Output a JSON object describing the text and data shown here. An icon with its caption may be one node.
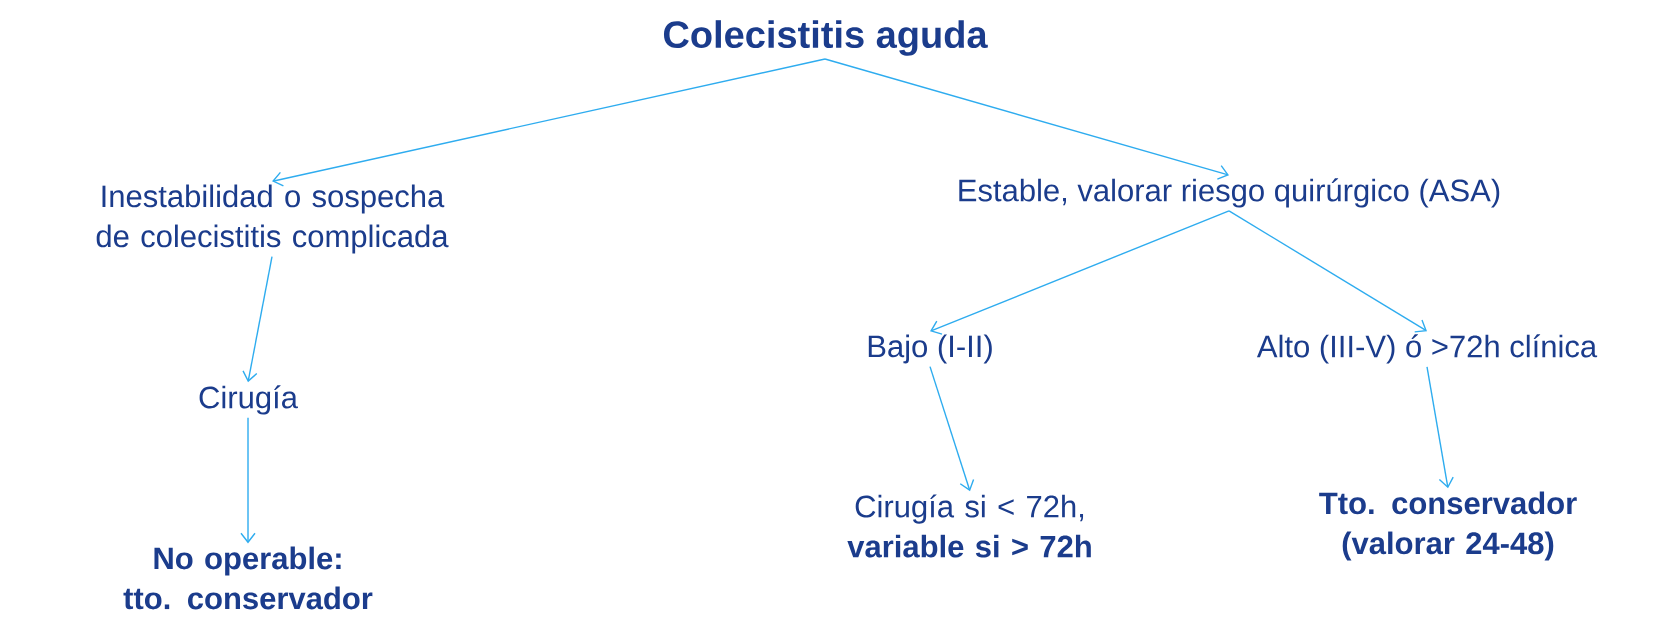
{
  "diagram": {
    "nodes": [
      {
        "text": [
          "Colecistitis aguda"
        ]
      },
      {
        "text": [
          "Inestabilidad o sospecha de colecistitis complicada"
        ]
      },
      {
        "text": [
          "Estable, valorar riesgo quirúrgico (ASA)"
        ]
      },
      {
        "text": [
          "Cirugía"
        ]
      },
      {
        "text": [
          "No operable: tto. conservador"
        ]
      },
      {
        "text": [
          "Bajo (I-II)"
        ]
      },
      {
        "text": [
          "Alto (III-V) ó >72h clínica"
        ]
      },
      {
        "text": [
          "Cirugía si < 72h, **variable si > 72h**"
        ]
      },
      {
        "text": [
          "Tto. conservador (valorar 24-48)"
        ]
      }
    ],
    "edges": [
      {
        "from": 0,
        "to": 1,
        "arrow": "to"
      },
      {
        "from": 0,
        "to": 2,
        "arrow": "to"
      },
      {
        "from": 1,
        "to": 3,
        "arrow": "to"
      },
      {
        "from": 3,
        "to": 4,
        "arrow": "to"
      },
      {
        "from": 2,
        "to": 5,
        "arrow": "to"
      },
      {
        "from": 2,
        "to": 6,
        "arrow": "to"
      },
      {
        "from": 5,
        "to": 7,
        "arrow": "to"
      },
      {
        "from": 6,
        "to": 8,
        "arrow": "to"
      }
    ]
  }
}
